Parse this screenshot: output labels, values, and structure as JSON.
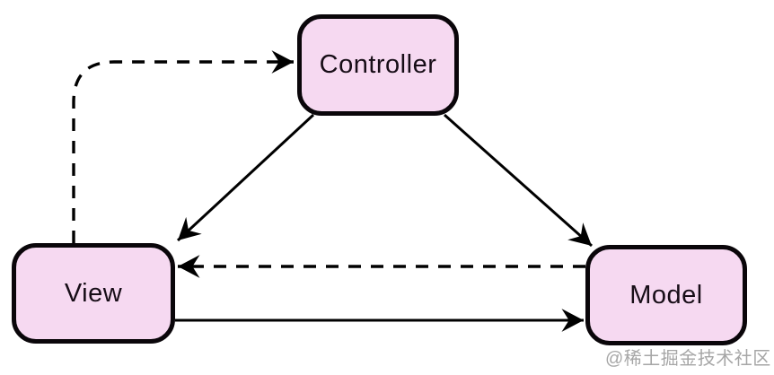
{
  "diagram": {
    "type": "flowchart",
    "nodes": [
      {
        "id": "controller",
        "label": "Controller"
      },
      {
        "id": "view",
        "label": "View"
      },
      {
        "id": "model",
        "label": "Model"
      }
    ],
    "edges": [
      {
        "from": "view",
        "to": "controller",
        "line": "dashed"
      },
      {
        "from": "controller",
        "to": "view",
        "line": "solid"
      },
      {
        "from": "controller",
        "to": "model",
        "line": "solid"
      },
      {
        "from": "model",
        "to": "view",
        "line": "dashed"
      },
      {
        "from": "view",
        "to": "model",
        "line": "solid"
      }
    ],
    "colors": {
      "node_fill": "#f6d9f1",
      "node_border": "#0a060a",
      "edge": "#000000",
      "background": "#ffffff",
      "watermark": "#a6a6a6"
    }
  },
  "watermark": {
    "text": "@稀土掘金技术社区"
  }
}
